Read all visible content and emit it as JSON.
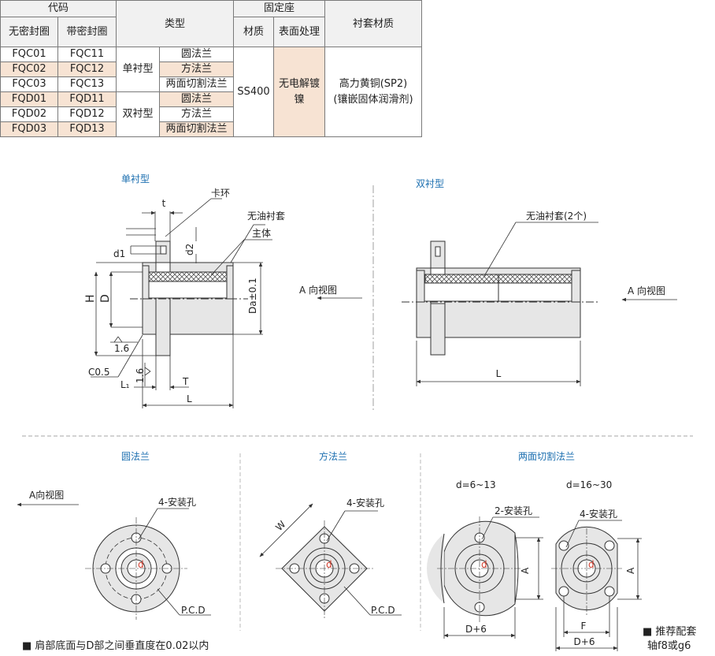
{
  "table": {
    "headers": {
      "code": "代码",
      "no_seal": "无密封圈",
      "with_seal": "带密封圈",
      "type": "类型",
      "mount": "固定座",
      "material": "材质",
      "surface": "表面处理",
      "bushing_material": "衬套材质"
    },
    "rows": [
      {
        "no_seal": "FQC01",
        "with_seal": "FQC11",
        "flange": "圆法兰",
        "hl": false
      },
      {
        "no_seal": "FQC02",
        "with_seal": "FQC12",
        "flange": "方法兰",
        "hl": true
      },
      {
        "no_seal": "FQC03",
        "with_seal": "FQC13",
        "flange": "两面切割法兰",
        "hl": false
      },
      {
        "no_seal": "FQD01",
        "with_seal": "FQD11",
        "flange": "圆法兰",
        "hl": true
      },
      {
        "no_seal": "FQD02",
        "with_seal": "FQD12",
        "flange": "方法兰",
        "hl": false
      },
      {
        "no_seal": "FQD03",
        "with_seal": "FQD13",
        "flange": "两面切割法兰",
        "hl": true
      }
    ],
    "single_type": "单衬型",
    "double_type": "双衬型",
    "material_value": "SS400",
    "surface_value": "无电解镀镍",
    "bushing_value_1": "高力黄铜(SP2)",
    "bushing_value_2": "(镶嵌固体润滑剂)"
  },
  "drawings": {
    "single_title": "单衬型",
    "double_title": "双衬型",
    "labels": {
      "snap_ring": "卡环",
      "oilless_bushing": "无油衬套",
      "body": "主体",
      "oilless_bushing_2": "无油衬套(2个)",
      "t": "t",
      "d1": "d1",
      "d2": "d2",
      "H": "H",
      "D": "D",
      "Da": "Da±0.1",
      "rough_1": "1.6",
      "rough_2": "1.6",
      "c05": "C0.5",
      "L1": "L₁",
      "T": "T",
      "L": "L",
      "L_double": "L",
      "a_view_1": "A 向视图",
      "a_view_2": "A 向视图",
      "a_view_3": "A向视图"
    },
    "flange_titles": {
      "round": "圆法兰",
      "square": "方法兰",
      "cut": "两面切割法兰"
    },
    "flange_labels": {
      "holes4_round": "4-安装孔",
      "pcd_round": "P.C.D",
      "d_round": "d",
      "holes4_square": "4-安装孔",
      "w_square": "W",
      "pcd_square": "P.C.D",
      "d_square": "d",
      "range_small": "d=6~13",
      "range_large": "d=16~30",
      "holes2_cut": "2-安装孔",
      "holes4_cut": "4-安装孔",
      "a_small": "A",
      "a_large": "A",
      "dplus6_small": "D+6",
      "dplus6_large": "D+6",
      "f_large": "F",
      "d_small": "d",
      "d_large": "d"
    }
  },
  "notes": {
    "perpendicularity": "■ 肩部底面与D部之间垂直度在0.02以内",
    "recommend_1": "■ 推荐配套",
    "recommend_2": "轴f8或g6"
  },
  "colors": {
    "title_blue": "#1c6fb0",
    "highlight": "#f7e3d3",
    "metal_fill": "#e6e6e6",
    "d_mark_red": "#d23c2c"
  }
}
